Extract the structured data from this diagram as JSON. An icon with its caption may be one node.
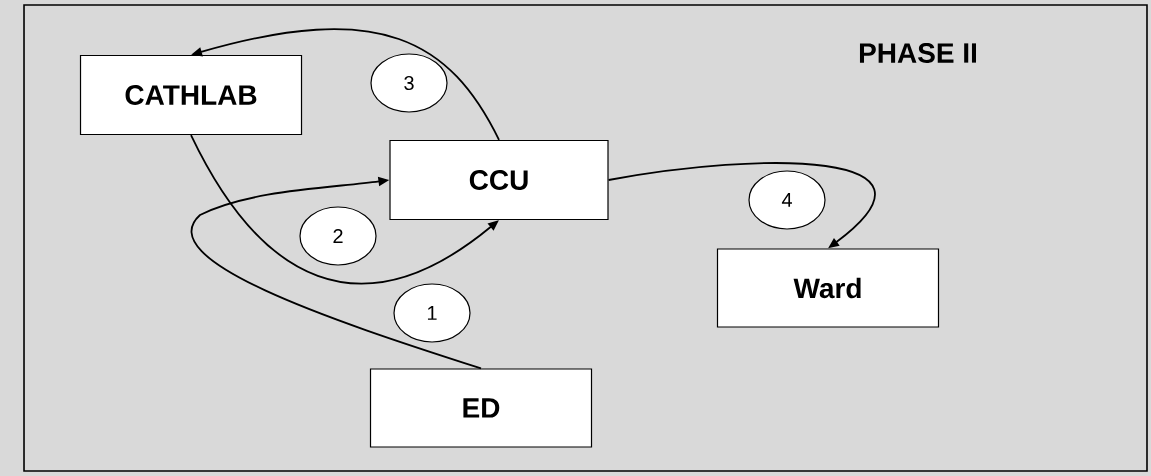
{
  "diagram": {
    "nodes": [
      {
        "text": [
          "CATHLAB"
        ]
      },
      {
        "text": [
          "3"
        ]
      },
      {
        "text": [
          "CCU"
        ]
      },
      {
        "text": [
          "4"
        ]
      },
      {
        "text": [
          "2"
        ]
      },
      {
        "text": [
          "Ward"
        ]
      },
      {
        "text": [
          "1"
        ]
      },
      {
        "text": [
          "ED"
        ]
      }
    ],
    "edges": [
      {
        "from": 7,
        "to": 2,
        "arrow": "to"
      },
      {
        "from": 0,
        "to": 2,
        "arrow": "to"
      },
      {
        "from": 2,
        "to": 0,
        "arrow": "to"
      },
      {
        "from": 2,
        "to": 5,
        "arrow": "to"
      }
    ],
    "labels": [
      "PHASE II"
    ]
  }
}
